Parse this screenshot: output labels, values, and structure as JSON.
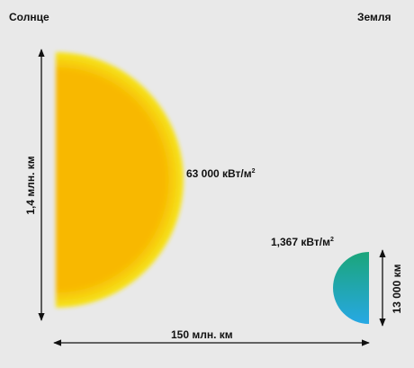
{
  "labels": {
    "sun": "Солнце",
    "earth": "Земля"
  },
  "measurements": {
    "sun_diameter": "1,4 млн. км",
    "earth_diameter": "13 000 км",
    "distance": "150 млн. км"
  },
  "irradiance": {
    "sun_surface_value": "63 000 кВт/м",
    "earth_value": "1,367 кВт/м",
    "unit_exponent": "2"
  },
  "colors": {
    "background": "#e9e9e9",
    "sun": "#f8b800",
    "sun_glow": "#f6e21a",
    "earth_top": "#1ba57a",
    "earth_bottom": "#27a8e4",
    "arrow": "#111111"
  }
}
